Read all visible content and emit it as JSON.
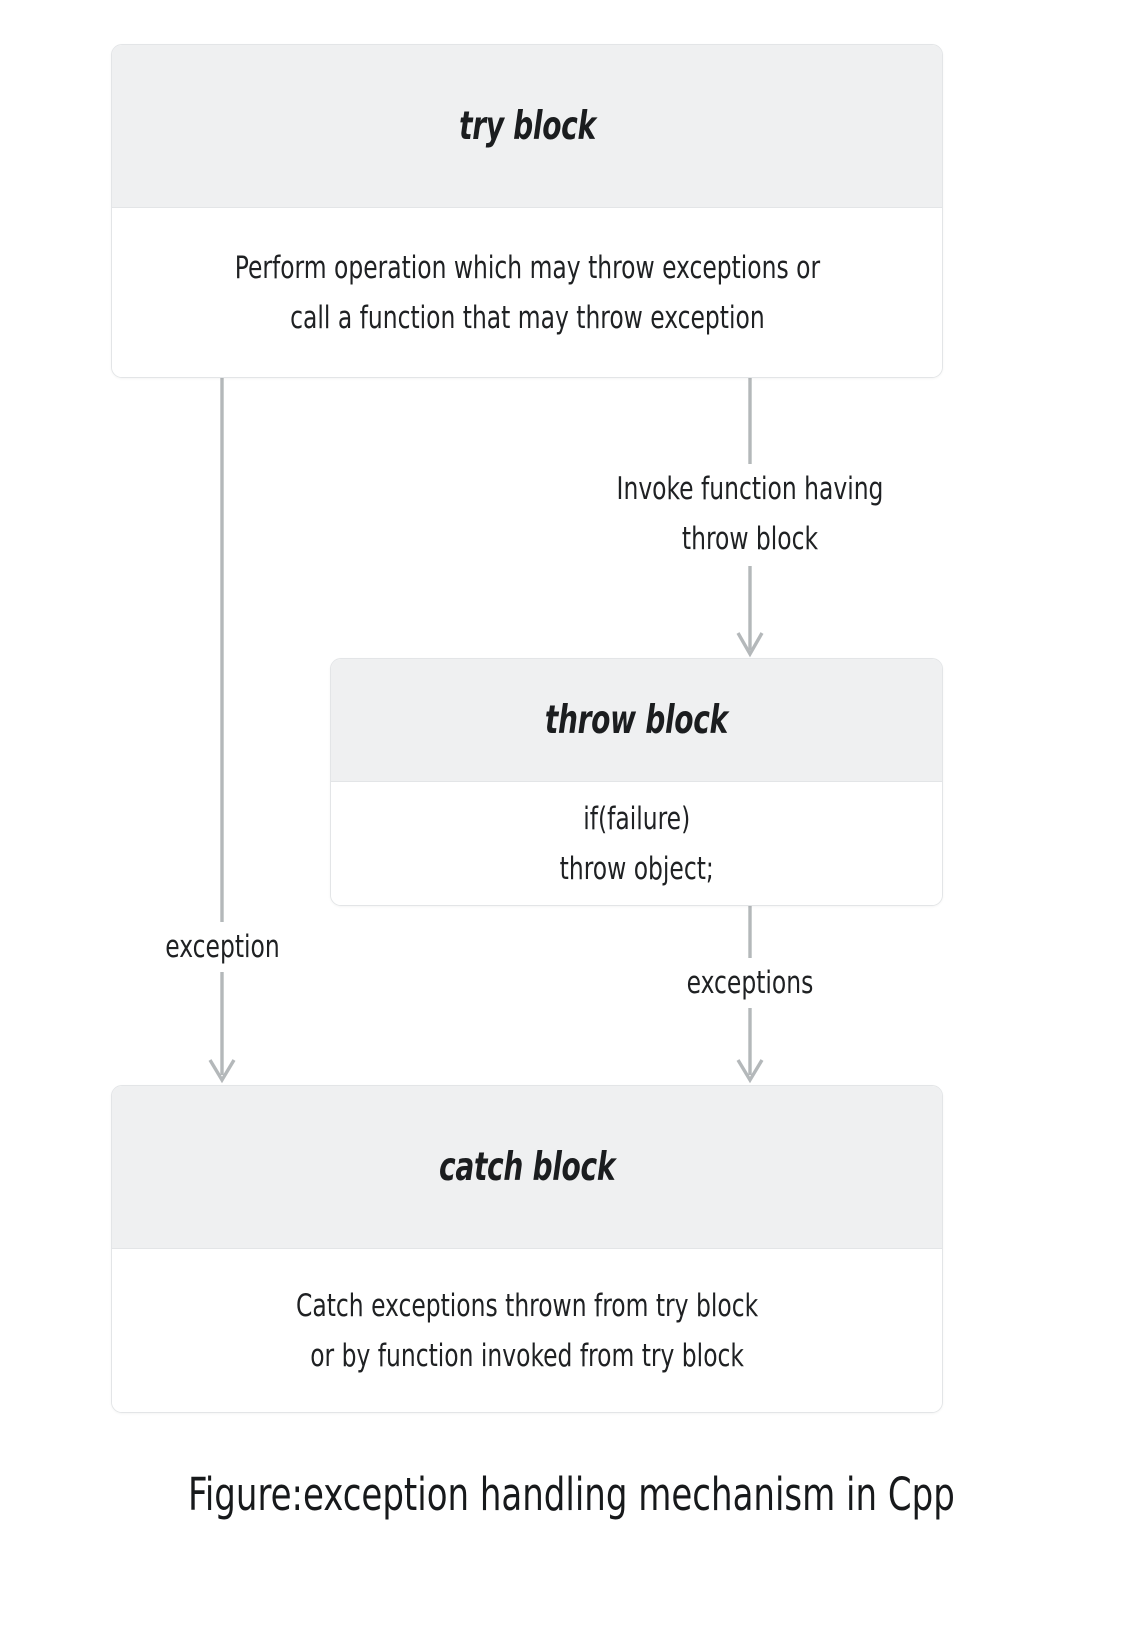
{
  "figure": {
    "caption": "Figure:exception handling mechanism in Cpp",
    "colors": {
      "header_fill": "#eff0f1",
      "body_fill": "#ffffff",
      "border": "#e3e5e7",
      "connector": "#b4b8ba",
      "text": "#1f2123"
    }
  },
  "nodes": {
    "try": {
      "title": "try block",
      "body": "Perform operation which may throw exceptions or\ncall a function that may throw exception"
    },
    "throw": {
      "title": "throw block",
      "body": "if(failure)\nthrow object;"
    },
    "catch": {
      "title": "catch block",
      "body": "Catch exceptions thrown from try block\nor by function invoked from try block"
    }
  },
  "edges": {
    "try_to_throw": {
      "label": "Invoke function having\nthrow block",
      "from": "try",
      "to": "throw"
    },
    "try_to_catch": {
      "label": "exception",
      "from": "try",
      "to": "catch"
    },
    "throw_to_catch": {
      "label": "exceptions",
      "from": "throw",
      "to": "catch"
    }
  }
}
